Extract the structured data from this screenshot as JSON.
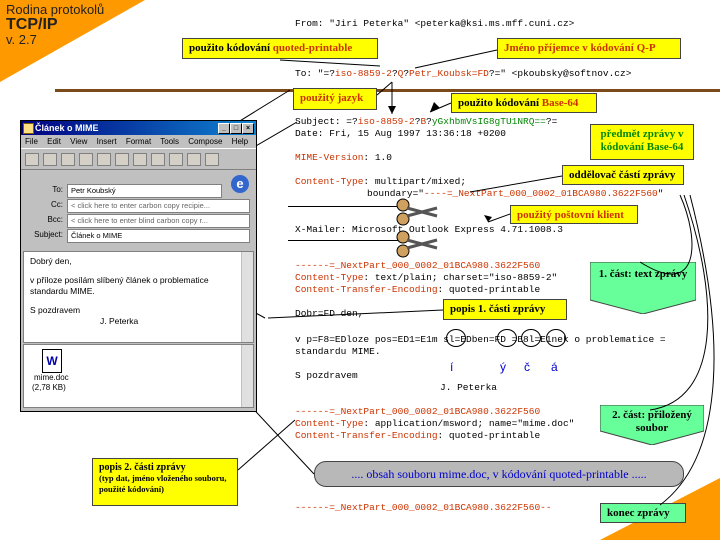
{
  "corner": {
    "line1": "Rodina protokolů",
    "line2": "TCP/IP",
    "line3": "v. 2.7"
  },
  "email": {
    "from": "From: \"Jiri Peterka\" <peterka@ksi.ms.mff.cuni.cz>",
    "to_prefix": "To: \"=?",
    "to_charset": "iso-8859-2",
    "to_sep1": "?",
    "to_enc": "Q",
    "to_sep2": "?",
    "to_encoded": "Petr_Koubsk=FD",
    "to_suffix": "?=\" <pkoubsky@softnov.cz>",
    "subject_prefix": "Subject: =?",
    "subject_charset": "iso-8859-2",
    "subject_sep1": "?",
    "subject_enc": "B",
    "subject_sep2": "?",
    "subject_encoded": "yGxhbmVsIG8gTU1NRQ==",
    "subject_suffix": "?=",
    "date": "Date: Fri, 15 Aug 1997 13:36:18 +0200",
    "mime_key": "MIME-Version",
    "mime_val": ": 1.0",
    "ct1_key": "Content-Type",
    "ct1_val": ": multipart/mixed;",
    "boundary_prefix": "boundary=\"",
    "boundary_val": "----=_NextPart_000_0002_01BCA980.3622F560",
    "boundary_suffix": "\"",
    "mailer": "X-Mailer: Microsoft Outlook Express 4.71.1008.3",
    "part1_boundary": "------=_NextPart_000_0002_01BCA980.3622F560",
    "part1_ct_key": "Content-Type",
    "part1_ct_val": ": text/plain; charset=\"iso-8859-2\"",
    "part1_cte_key": "Content-Transfer-Encoding",
    "part1_cte_val": ": quoted-printable",
    "body1": "Dobr=FD den,",
    "body2": "v p=F8=EDloze pos=ED1=E1m sl=EDben=FD =E8l=E1nek o problematice =",
    "body3": "standardu MIME.",
    "body4": "S pozdravem",
    "body5": "J. Peterka",
    "decoded": [
      "í",
      "ý",
      "č",
      "á"
    ],
    "part2_boundary": "------=_NextPart_000_0002_01BCA980.3622F560",
    "part2_ct_key": "Content-Type",
    "part2_ct_val": ": application/msword; name=\"mime.doc\"",
    "part2_cte_key": "Content-Transfer-Encoding",
    "part2_cte_val": ": quoted-printable",
    "end_boundary": "------=_NextPart_000_0002_01BCA980.3622F560--"
  },
  "callouts": {
    "qp_used_prefix": "použito kódování ",
    "qp_used_word": "quoted-printable",
    "recipient_name": "Jméno příjemce v kódování Q-P",
    "charset_used": "použitý jazyk",
    "b64_used_prefix": "použito kódování ",
    "b64_used_word": "Base-64",
    "subject_b64": "předmět zprávy v kódování Base-64",
    "separator": "oddělovač částí zprávy",
    "client_used": "použitý poštovní klient",
    "part1": "1. část: text zprávy",
    "part1_desc": "popis 1. části zprávy",
    "part2": "2. část: přiložený soubor",
    "part2_desc_title": "popis 2. části zprávy",
    "part2_desc_text": "(typ dat, jméno vloženého souboru, použité kódování)",
    "file_content": ".... obsah souboru mime.doc, v kódování quoted-printable .....",
    "end_msg": "konec zprávy"
  },
  "window": {
    "title": "Článek o MIME",
    "menu": [
      "File",
      "Edit",
      "View",
      "Insert",
      "Format",
      "Tools",
      "Compose",
      "Help"
    ],
    "to_label": "To:",
    "to_value": "Petr Koubský",
    "cc_label": "Cc:",
    "cc_value": "< click here to enter carbon copy recipie...",
    "bcc_label": "Bcc:",
    "bcc_value": "< click here to enter blind carbon copy r...",
    "subject_label": "Subject:",
    "subject_value": "Článek o MIME",
    "body1": "Dobrý den,",
    "body2": "v příloze posílám slíbený článek o problematice standardu MIME.",
    "body3": "S pozdravem",
    "body4": "J. Peterka",
    "attachment_name": "mime.doc",
    "attachment_size": "(2,78 KB)"
  },
  "colors": {
    "accent": "#ff9900",
    "yellow": "#ffff00",
    "green": "#66ff99",
    "header_red": "#cc3300"
  }
}
